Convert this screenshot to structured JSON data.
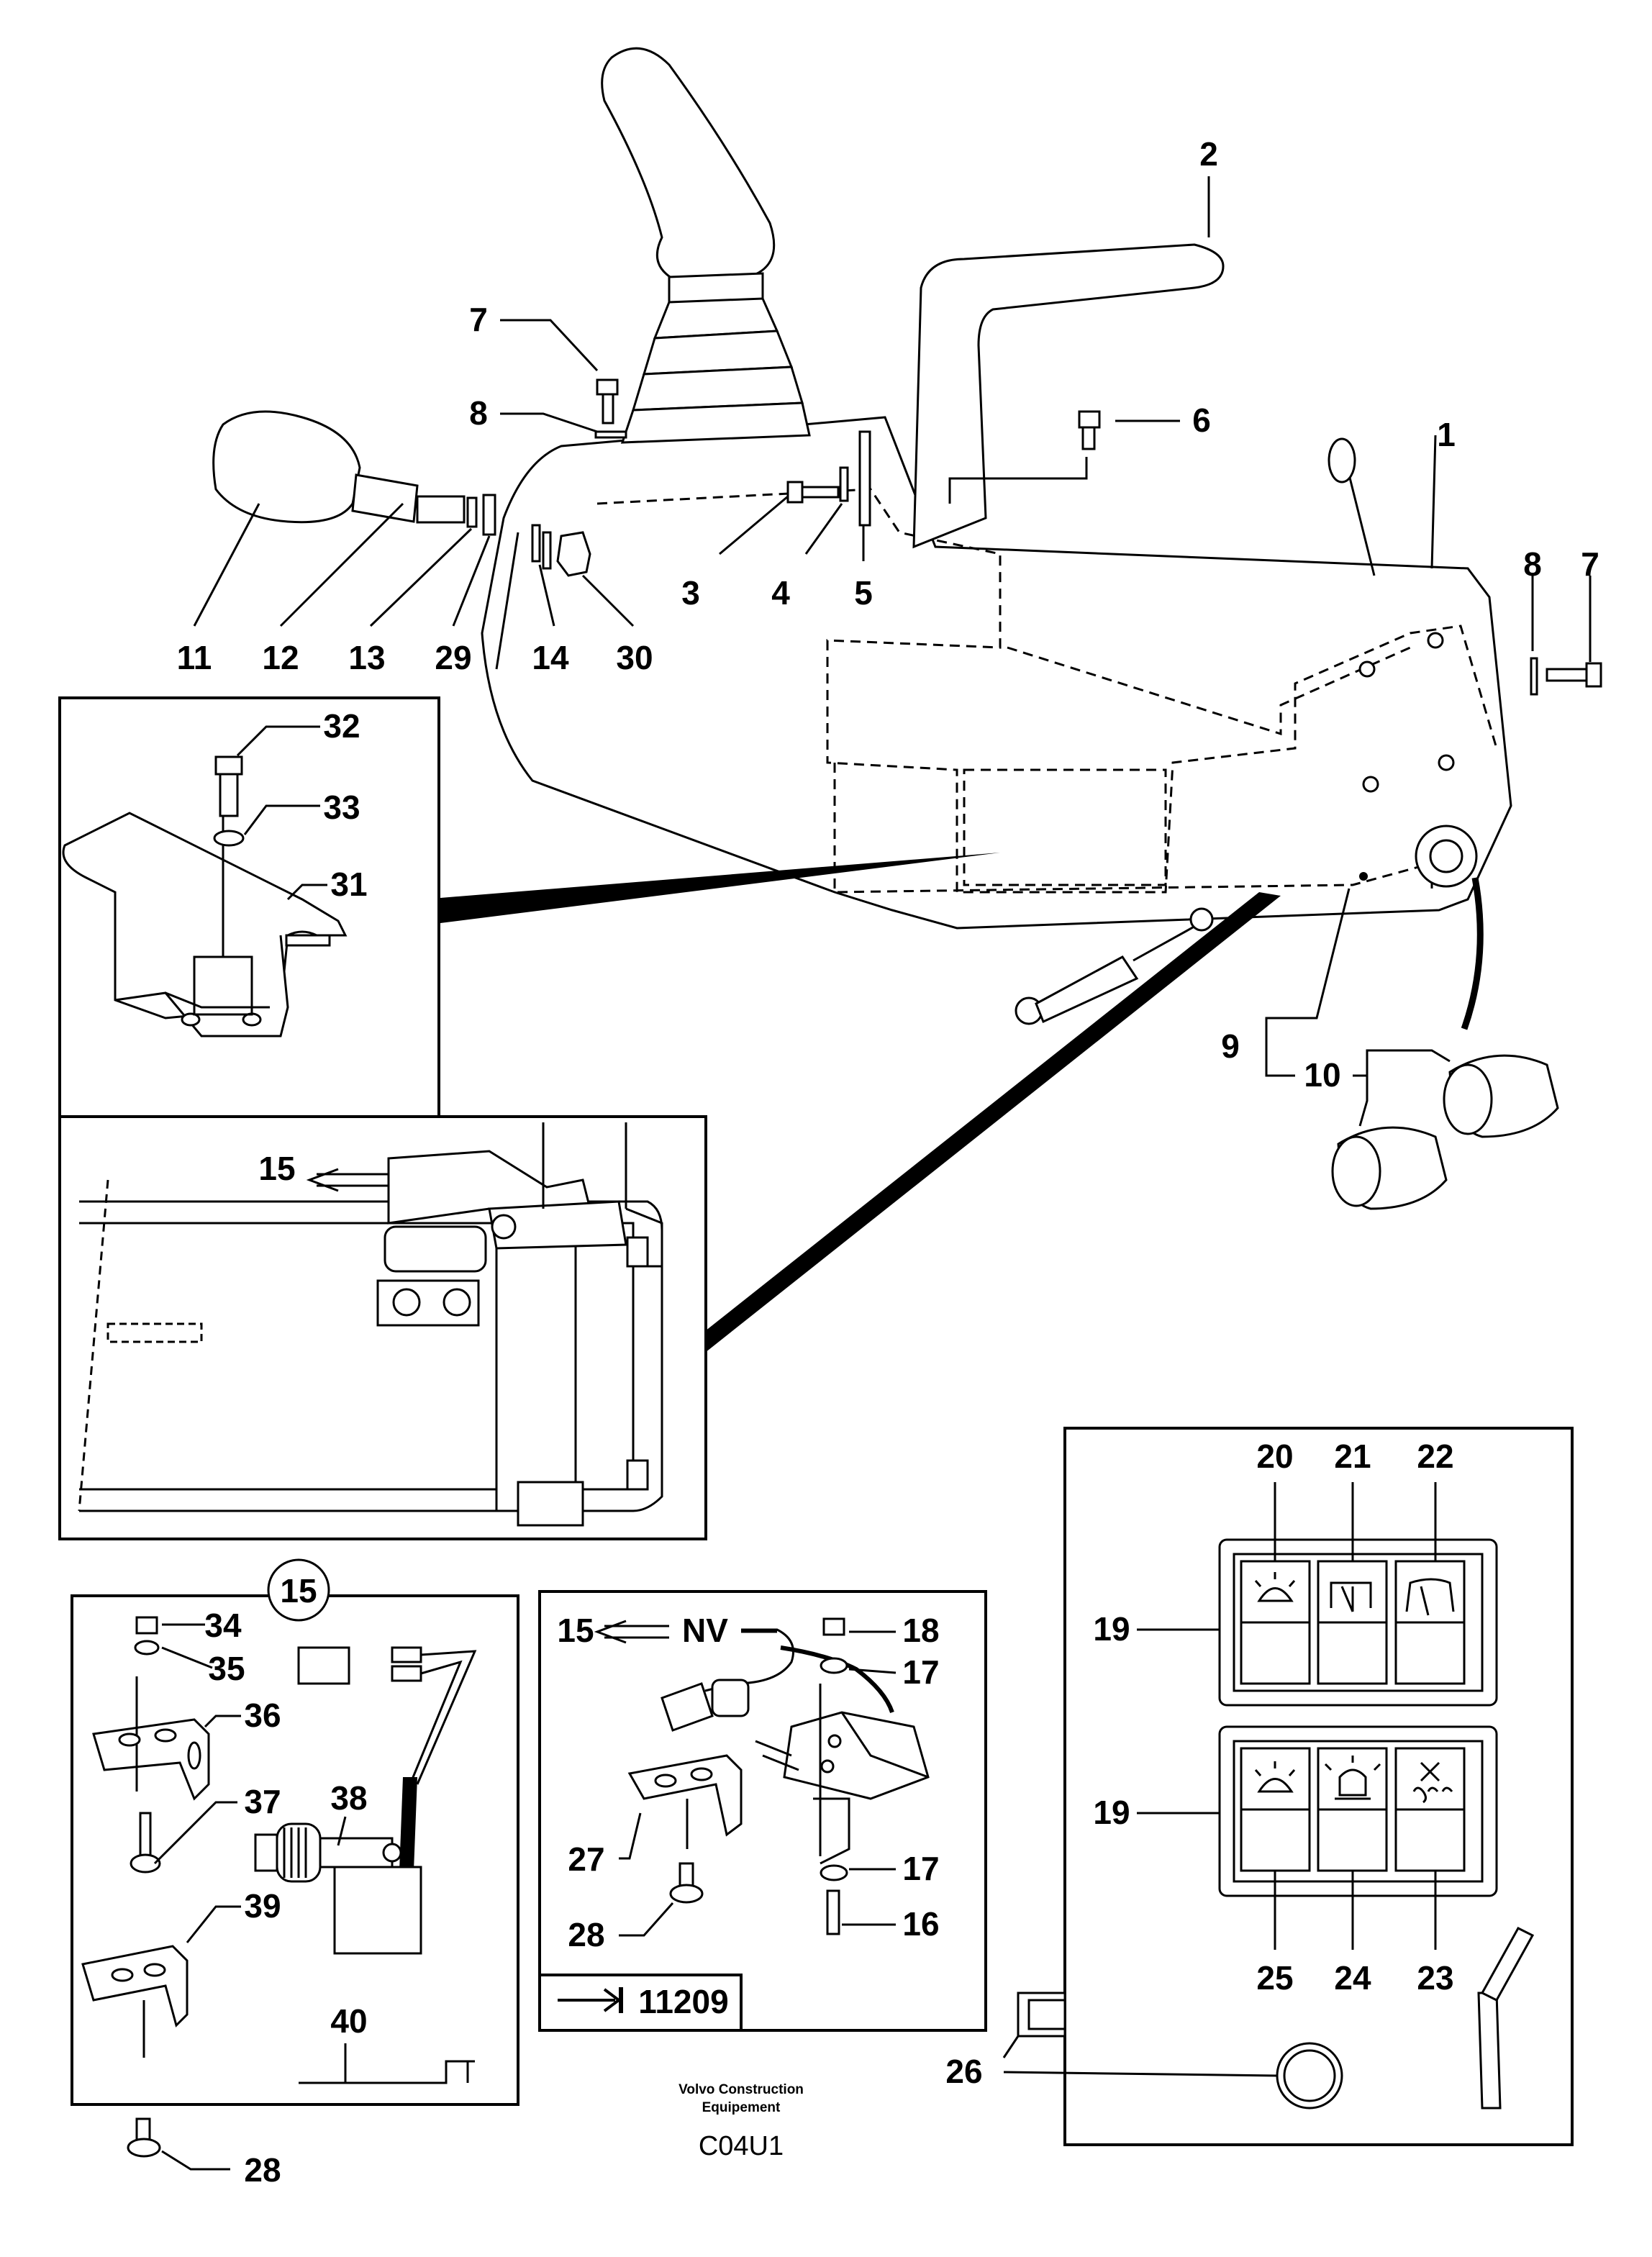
{
  "callouts": [
    {
      "id": "c1",
      "text": "1"
    },
    {
      "id": "c2",
      "text": "2"
    },
    {
      "id": "c3",
      "text": "3"
    },
    {
      "id": "c4",
      "text": "4"
    },
    {
      "id": "c5",
      "text": "5"
    },
    {
      "id": "c6",
      "text": "6"
    },
    {
      "id": "c7a",
      "text": "7"
    },
    {
      "id": "c7b",
      "text": "7"
    },
    {
      "id": "c8a",
      "text": "8"
    },
    {
      "id": "c8b",
      "text": "8"
    },
    {
      "id": "c9",
      "text": "9"
    },
    {
      "id": "c10",
      "text": "10"
    },
    {
      "id": "c11",
      "text": "11"
    },
    {
      "id": "c12",
      "text": "12"
    },
    {
      "id": "c13",
      "text": "13"
    },
    {
      "id": "c29",
      "text": "29"
    },
    {
      "id": "c14",
      "text": "14"
    },
    {
      "id": "c30",
      "text": "30"
    },
    {
      "id": "c32",
      "text": "32"
    },
    {
      "id": "c33",
      "text": "33"
    },
    {
      "id": "c31",
      "text": "31"
    },
    {
      "id": "c15a",
      "text": "15"
    },
    {
      "id": "c15b",
      "text": "15"
    },
    {
      "id": "c15c",
      "text": "15"
    },
    {
      "id": "c34",
      "text": "34"
    },
    {
      "id": "c35",
      "text": "35"
    },
    {
      "id": "c36",
      "text": "36"
    },
    {
      "id": "c37",
      "text": "37"
    },
    {
      "id": "c38",
      "text": "38"
    },
    {
      "id": "c39",
      "text": "39"
    },
    {
      "id": "c40",
      "text": "40"
    },
    {
      "id": "c28a",
      "text": "28"
    },
    {
      "id": "c28b",
      "text": "28"
    },
    {
      "id": "c18",
      "text": "18"
    },
    {
      "id": "c17a",
      "text": "17"
    },
    {
      "id": "c17b",
      "text": "17"
    },
    {
      "id": "c16",
      "text": "16"
    },
    {
      "id": "c27",
      "text": "27"
    },
    {
      "id": "c19a",
      "text": "19"
    },
    {
      "id": "c19b",
      "text": "19"
    },
    {
      "id": "c20",
      "text": "20"
    },
    {
      "id": "c21",
      "text": "21"
    },
    {
      "id": "c22",
      "text": "22"
    },
    {
      "id": "c23",
      "text": "23"
    },
    {
      "id": "c24",
      "text": "24"
    },
    {
      "id": "c25",
      "text": "25"
    },
    {
      "id": "c26",
      "text": "26"
    }
  ],
  "nv_label": "NV",
  "reference_number": "11209",
  "footer": {
    "brand_line1": "Volvo Construction",
    "brand_line2": "Equipement",
    "code": "C04U1"
  },
  "icons": [
    "work-light-icon",
    "rear-wiper-icon",
    "front-wiper-icon",
    "beacon-icon",
    "fan-icon"
  ]
}
